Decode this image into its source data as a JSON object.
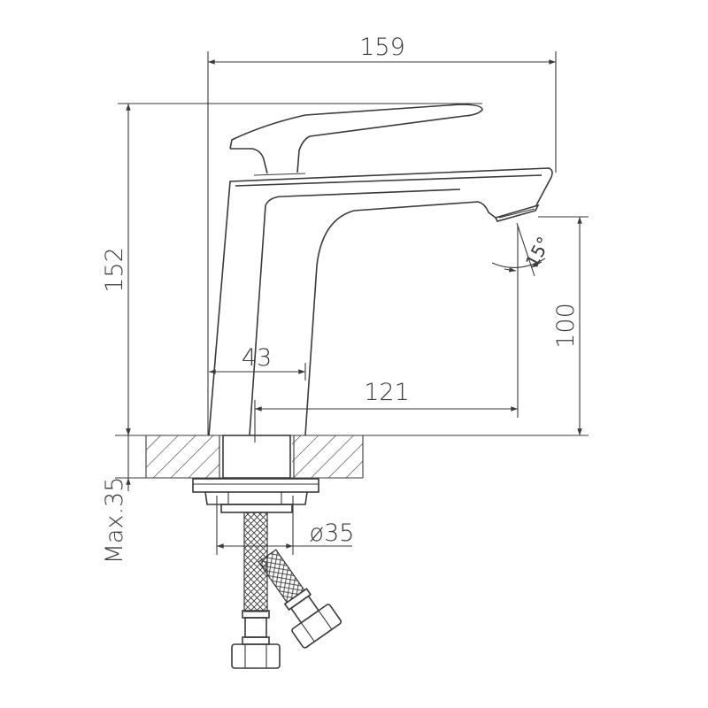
{
  "drawing": {
    "dimensions": {
      "overall_width": "159",
      "overall_height": "152",
      "spout_height": "100",
      "spout_reach": "121",
      "base_width": "43",
      "max_counter_thickness": "Max.35",
      "hole_diameter": "ø35",
      "aerator_angle": "15°"
    },
    "line_color": "#3a3a3a"
  }
}
